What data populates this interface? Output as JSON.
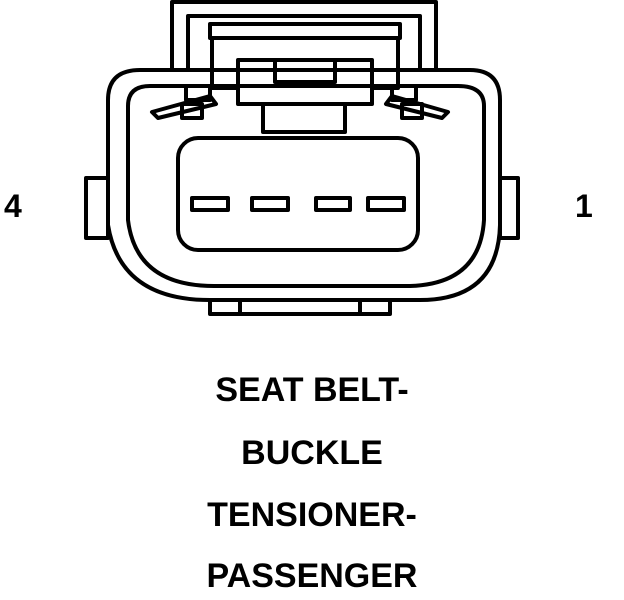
{
  "connector": {
    "pin_left_label": "4",
    "pin_right_label": "1",
    "cavity_count": 4,
    "title_lines": [
      "SEAT BELT-",
      "BUCKLE",
      "TENSIONER-",
      "PASSENGER"
    ]
  },
  "colors": {
    "line": "#000000",
    "background": "#ffffff"
  }
}
